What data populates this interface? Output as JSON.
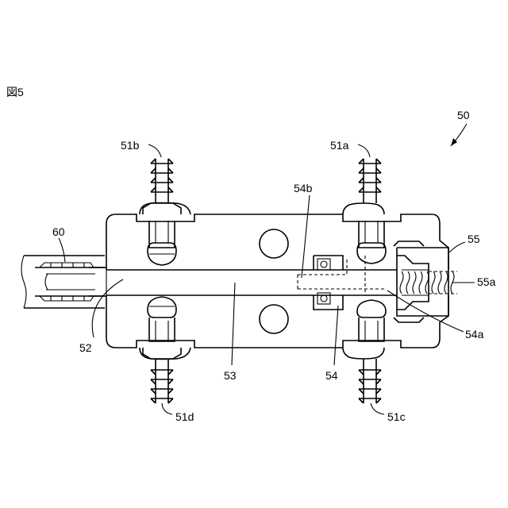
{
  "figure": {
    "title": "図5",
    "labels": {
      "device": "50",
      "port_a": "51a",
      "port_b": "51b",
      "port_c": "51c",
      "port_d": "51d",
      "hose": "60",
      "inlet": "52",
      "channel": "53",
      "valve": "54",
      "valve_a": "54a",
      "valve_b": "54b",
      "cap": "55",
      "spring": "55a"
    }
  }
}
